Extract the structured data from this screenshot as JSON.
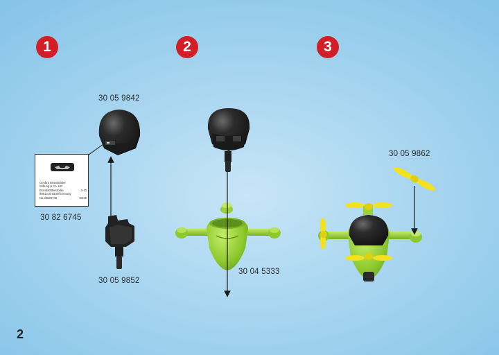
{
  "steps": [
    {
      "number": "1"
    },
    {
      "number": "2"
    },
    {
      "number": "3"
    }
  ],
  "parts": {
    "helmet": "30 05 9842",
    "label": "30 82 6745",
    "visor_mount": "30 05 9852",
    "drone_body": "30 04 5333",
    "propeller": "30 05 9862"
  },
  "label_card": {
    "line1": "Geobra Brandstätter",
    "line2": "Stiftung & Co. KG",
    "line3a": "Brandstätterstraße",
    "line3b": "2-10",
    "line4": "90513 Zirndorf/Germany",
    "line5a": "No.30826745",
    "line5b": "03/19"
  },
  "page": {
    "number": "2"
  },
  "colors": {
    "badge": "#d21e26",
    "green": "#9bd13a",
    "yellow": "#f3e21d",
    "black": "#1e1e1e"
  }
}
